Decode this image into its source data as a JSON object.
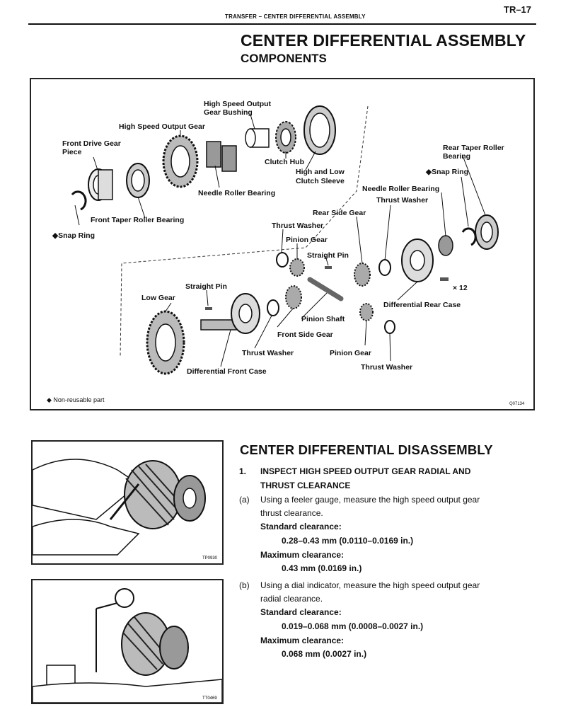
{
  "header": {
    "section": "TRANSFER   –   CENTER DIFFERENTIAL ASSEMBLY",
    "page": "TR–17"
  },
  "title": "CENTER DIFFERENTIAL ASSEMBLY",
  "subtitle": "COMPONENTS",
  "figure": {
    "labels": {
      "high_speed_output_gear_bushing_1": "High Speed Output",
      "high_speed_output_gear_bushing_2": "Gear Bushing",
      "high_speed_output_gear": "High Speed Output Gear",
      "front_drive_gear_piece_1": "Front Drive Gear",
      "front_drive_gear_piece_2": "Piece",
      "clutch_hub": "Clutch Hub",
      "high_low_clutch_sleeve_1": "High and Low",
      "high_low_clutch_sleeve_2": "Clutch Sleeve",
      "rear_taper_roller_bearing_1": "Rear Taper Roller",
      "rear_taper_roller_bearing_2": "Bearing",
      "snap_ring_rear": "◆Snap Ring",
      "needle_roller_bearing_top": "Needle Roller Bearing",
      "needle_roller_bearing_right": "Needle Roller Bearing",
      "thrust_washer_top_right": "Thrust Washer",
      "front_taper_roller_bearing": "Front Taper Roller Bearing",
      "rear_side_gear": "Rear Side Gear",
      "snap_ring_front": "◆Snap Ring",
      "thrust_washer_upper": "Thrust Washer",
      "pinion_gear_upper": "Pinion Gear",
      "straight_pin_right": "Straight Pin",
      "times_12": "× 12",
      "straight_pin_left": "Straight Pin",
      "low_gear": "Low Gear",
      "differential_rear_case": "Differential Rear Case",
      "pinion_shaft": "Pinion Shaft",
      "front_side_gear": "Front Side Gear",
      "thrust_washer_lower_left": "Thrust Washer",
      "pinion_gear_lower": "Pinion Gear",
      "differential_front_case": "Differential Front Case",
      "thrust_washer_lower_right": "Thrust Washer"
    },
    "legend": "◆   Non-reusable part",
    "code": "Q07134"
  },
  "photos": {
    "top_code": "TP0930",
    "bottom_code": "TT0469"
  },
  "disassembly": {
    "title": "CENTER DIFFERENTIAL DISASSEMBLY",
    "step_number": "1.",
    "step_line1": "INSPECT HIGH SPEED OUTPUT GEAR RADIAL AND",
    "step_line2": "THRUST CLEARANCE",
    "a_marker": "(a)",
    "a_line1": "Using a feeler gauge, measure the high speed output gear",
    "a_line2": "thrust clearance.",
    "a_std_label": "Standard clearance:",
    "a_std_value": "0.28–0.43 mm (0.0110–0.0169 in.)",
    "a_max_label": "Maximum clearance:",
    "a_max_value": "0.43 mm (0.0169 in.)",
    "b_marker": "(b)",
    "b_line1": "Using a dial indicator, measure the high speed output gear",
    "b_line2": "radial clearance.",
    "b_std_label": "Standard clearance:",
    "b_std_value": "0.019–0.068 mm (0.0008–0.0027 in.)",
    "b_max_label": "Maximum clearance:",
    "b_max_value": "0.068 mm (0.0027 in.)"
  }
}
